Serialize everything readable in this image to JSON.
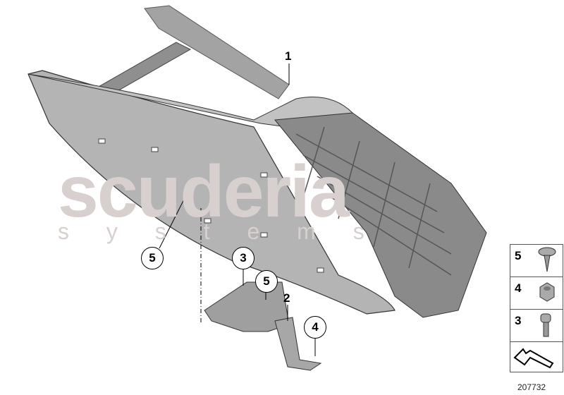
{
  "watermark": {
    "brand": "scuderia",
    "sub": "s y s t e m s"
  },
  "callouts": {
    "part1": "1",
    "part2": "2",
    "part3": "3",
    "part4": "4",
    "part5a": "5",
    "part5b": "5"
  },
  "legend": [
    {
      "number": "5",
      "icon": "screw-with-washer-icon"
    },
    {
      "number": "4",
      "icon": "hex-collar-nut-icon"
    },
    {
      "number": "3",
      "icon": "torx-bolt-icon"
    },
    {
      "number": "",
      "icon": "direction-arrow-icon"
    }
  ],
  "diagram_number": "207732",
  "colors": {
    "part": "#a8a8a8",
    "part_dark": "#7a7a7a",
    "watermark": "#d8cfcf"
  }
}
